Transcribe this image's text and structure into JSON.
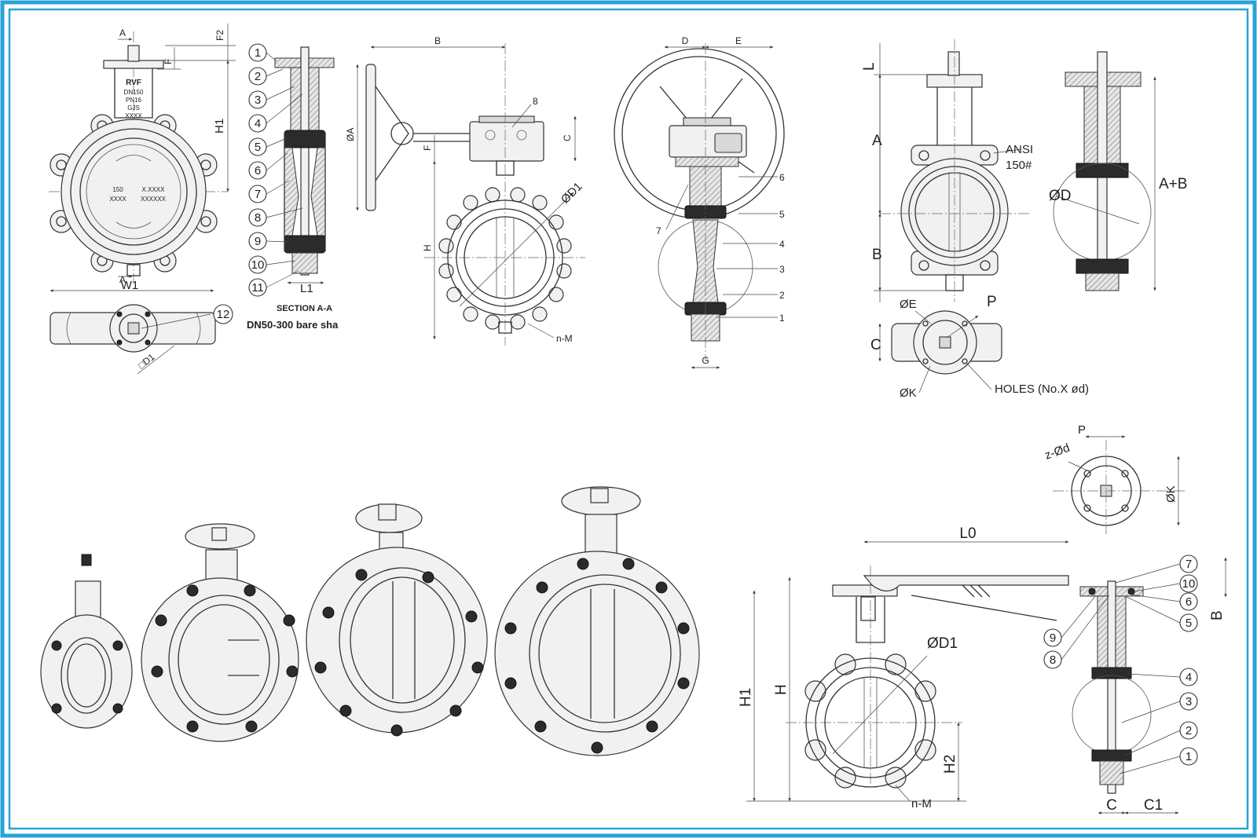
{
  "colors": {
    "frame": "#2aa3d8",
    "line": "#333333",
    "background": "#ffffff"
  },
  "view1": {
    "dims": {
      "a_top": "A",
      "a_bottom": "A",
      "f2": "F2",
      "f": "F",
      "h1": "H1",
      "w1": "W1",
      "d1": "□D1"
    },
    "body_marks": {
      "brand": "RVF",
      "m1": "DN150",
      "m2": "PN16",
      "m3": "GJS",
      "m4": "XXXX",
      "c1": "150",
      "c2": "X.XXXX",
      "c3": "XXXX",
      "c4": "XXXXXX"
    },
    "callout": "12"
  },
  "view2": {
    "parts": [
      "1",
      "2",
      "3",
      "4",
      "5",
      "6",
      "7",
      "8",
      "9",
      "10",
      "11"
    ],
    "dim_l1": "L1",
    "section_title": "SECTION A-A",
    "caption": "DN50-300 bare sha"
  },
  "view3": {
    "dims": {
      "b": "B",
      "a": "ØA",
      "c": "C",
      "f": "F",
      "h": "H",
      "d1": "ØD1",
      "nm": "n-M"
    },
    "part": "8"
  },
  "view4": {
    "dims": {
      "d": "D",
      "e": "E",
      "g": "G"
    },
    "parts": [
      "7",
      "6",
      "5",
      "4",
      "3",
      "2",
      "1"
    ]
  },
  "view5": {
    "dims": {
      "l": "L",
      "a": "A",
      "b": "B",
      "ansi1": "ANSI",
      "ansi2": "150#",
      "od": "ØD",
      "ab": "A+B",
      "oe": "ØE",
      "p": "P",
      "c": "C",
      "ok": "ØK"
    },
    "holes": "HOLES (No.X ød)"
  },
  "view6": {
    "dims": {
      "p": "P",
      "zd": "z-Ød",
      "ok": "ØK"
    }
  },
  "view7": {
    "dims": {
      "l0": "L0",
      "od1": "ØD1",
      "h1": "H1",
      "h": "H",
      "h2": "H2",
      "nm": "n-M"
    }
  },
  "view8": {
    "parts": [
      "7",
      "10",
      "6",
      "5",
      "9",
      "8",
      "4",
      "3",
      "2",
      "1"
    ],
    "dims": {
      "b": "B",
      "c": "C",
      "c1": "C1"
    }
  },
  "iso_views": [
    "valve-small",
    "valve-medium",
    "valve-large",
    "valve-xlarge"
  ]
}
